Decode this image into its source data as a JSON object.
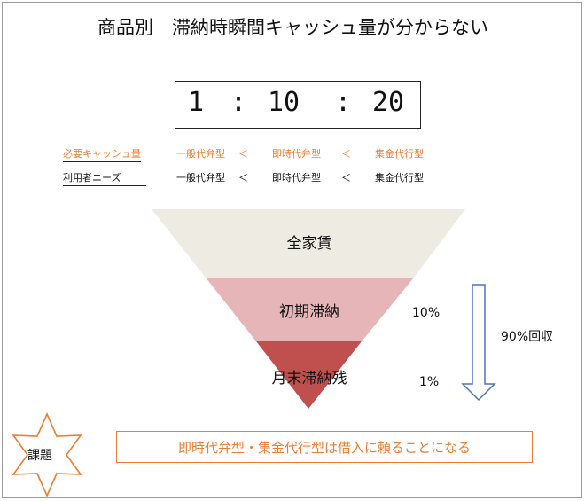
{
  "title": "商品別　滞納時瞬間キャッシュ量が分からない",
  "ratio": {
    "a": "1",
    "sep1": ":",
    "b": "10",
    "sep2": ":",
    "c": "20"
  },
  "cash_row": {
    "label": "必要キャッシュ量",
    "item1": "一般代弁型",
    "op1": "＜",
    "item2": "即時代弁型",
    "op2": "＜",
    "item3": "集金代行型"
  },
  "needs_row": {
    "label": "利用者ニーズ",
    "item1": "一般代弁型",
    "op1": "＜",
    "item2": "即時代弁型",
    "op2": "＜",
    "item3": "集金代行型"
  },
  "funnel": {
    "tiers": [
      {
        "label": "全家賃",
        "color": "#EDEBE2"
      },
      {
        "label": "初期滞納",
        "color": "#E6B5B8"
      },
      {
        "label": "月末滞納残",
        "color": "#C0504D"
      }
    ],
    "pct_initial": "10%",
    "pct_month_end": "1%"
  },
  "recovery_label": "90%回収",
  "issue": {
    "star_label": "課題",
    "text": "即時代弁型・集金代行型は借入に頼ることになる"
  },
  "colors": {
    "accent": "#ED7D31",
    "arrow": "#4F71BE"
  }
}
